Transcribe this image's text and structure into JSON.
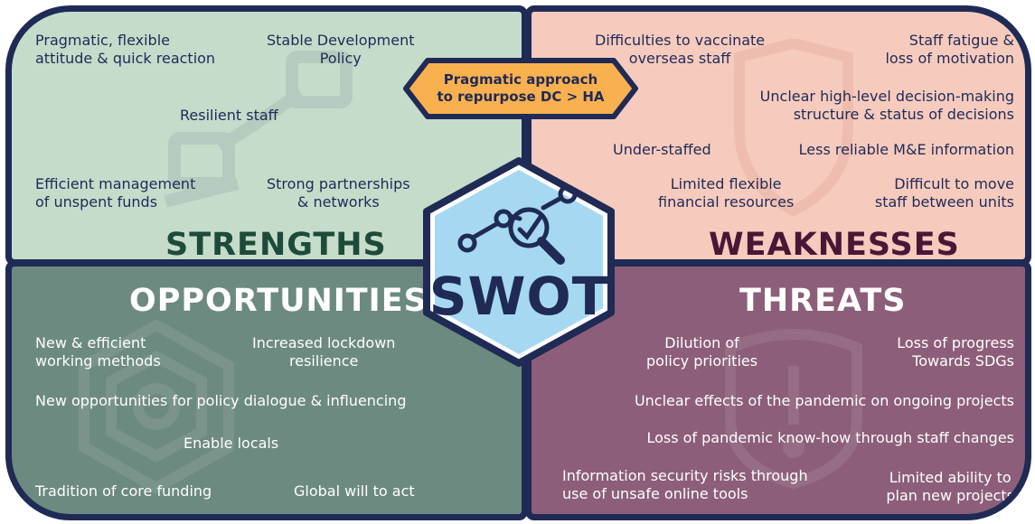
{
  "center": {
    "label": "SWOT",
    "icon": "magnifying-glass-data-icon"
  },
  "highlight": {
    "line1": "Pragmatic approach",
    "line2": "to repurpose DC > HA"
  },
  "colors": {
    "strengths": "#c6dccb",
    "weaknesses": "#f6cbbe",
    "opportunities": "#6d8a80",
    "threats": "#8c5e79",
    "border": "#1f2a55",
    "center": "#a6d8f2",
    "highlight": "#f9b04f"
  },
  "strengths": {
    "title": "STRENGTHS",
    "items": [
      [
        "Pragmatic, flexible",
        "attitude & quick reaction"
      ],
      [
        "Stable Development",
        "Policy"
      ],
      [
        "Resilient staff"
      ],
      [
        "Efficient management",
        "of unspent funds"
      ],
      [
        "Strong partnerships",
        "& networks"
      ]
    ]
  },
  "weaknesses": {
    "title": "WEAKNESSES",
    "items": [
      [
        "Difficulties to vaccinate",
        "overseas staff"
      ],
      [
        "Staff fatigue &",
        "loss of motivation"
      ],
      [
        "Unclear high-level decision-making",
        "structure & status of decisions"
      ],
      [
        "Under-staffed"
      ],
      [
        "Less reliable M&E information"
      ],
      [
        "Limited flexible",
        "financial resources"
      ],
      [
        "Difficult to move",
        "staff between units"
      ]
    ]
  },
  "opportunities": {
    "title": "OPPORTUNITIES",
    "items": [
      [
        "New & efficient",
        "working methods"
      ],
      [
        "Increased lockdown",
        "resilience"
      ],
      [
        "New opportunities for policy dialogue & influencing"
      ],
      [
        "Enable locals"
      ],
      [
        "Tradition of core funding"
      ],
      [
        "Global will to act"
      ]
    ]
  },
  "threats": {
    "title": "THREATS",
    "items": [
      [
        "Dilution of",
        "policy priorities"
      ],
      [
        "Loss of progress",
        "Towards SDGs"
      ],
      [
        "Unclear effects of the pandemic on ongoing projects"
      ],
      [
        "Loss of pandemic know-how through staff changes"
      ],
      [
        "Information security risks through",
        "use of  unsafe online tools"
      ],
      [
        "Limited ability to",
        "plan new projects"
      ]
    ]
  }
}
